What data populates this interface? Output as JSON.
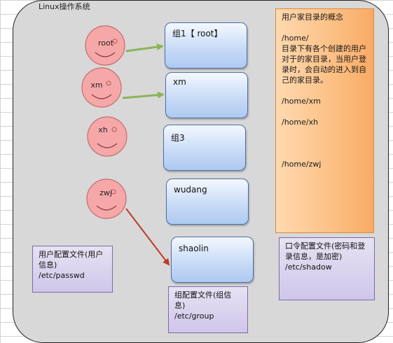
{
  "diagram": {
    "title": "Linux操作系统",
    "users": [
      {
        "label": "root"
      },
      {
        "label": "xm"
      },
      {
        "label": "xh"
      },
      {
        "label": "zwj"
      }
    ],
    "groups": [
      {
        "label": "组1【 root】"
      },
      {
        "label": "xm"
      },
      {
        "label": "组3"
      },
      {
        "label": "wudang"
      },
      {
        "label": "shaolin"
      }
    ],
    "home_note": {
      "lines": [
        "用户家目录的概念",
        "",
        "/home/",
        "目录下有各个创建的用户对于的家目录，当用户登录时，会自动的进入到自己的家目录。",
        "",
        "/home/xm",
        "",
        "/home/xh",
        "",
        "",
        "",
        "/home/zwj"
      ]
    },
    "passwd_note": {
      "line1": "用户配置文件(用户信息)",
      "line2": "/etc/passwd"
    },
    "shadow_note": {
      "line1": "口令配置文件(密码和登录信息，是加密)",
      "line2": "/etc/shadow"
    },
    "group_note": {
      "line1": "组配置文件(组信息)",
      "line2": "/etc/group"
    },
    "colors": {
      "green_arrow": "#8db35a",
      "red_arrow": "#c0392b",
      "face_fill": "#f6a8a8",
      "face_stroke": "#c86a6a"
    }
  }
}
